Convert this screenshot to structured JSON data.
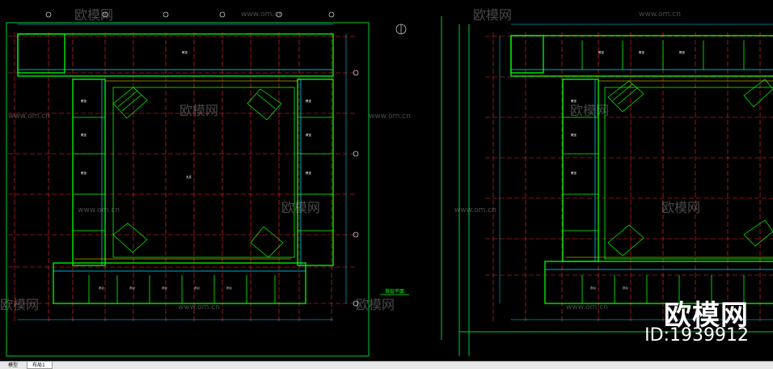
{
  "watermark": {
    "brand": "欧模网",
    "site": "www.om.cn"
  },
  "corner_brand": {
    "name": "欧模网",
    "id": "ID:1939912"
  },
  "layout_tabs": [
    {
      "label": "模型"
    },
    {
      "label": "布局1"
    }
  ],
  "drawing_label": "首层平面",
  "colors": {
    "background": "#000000",
    "wall": "#00ff00",
    "axis": "#ff2a2a",
    "dimension": "#00e5ff",
    "text": "#ffffff",
    "accent": "#ffff00"
  }
}
